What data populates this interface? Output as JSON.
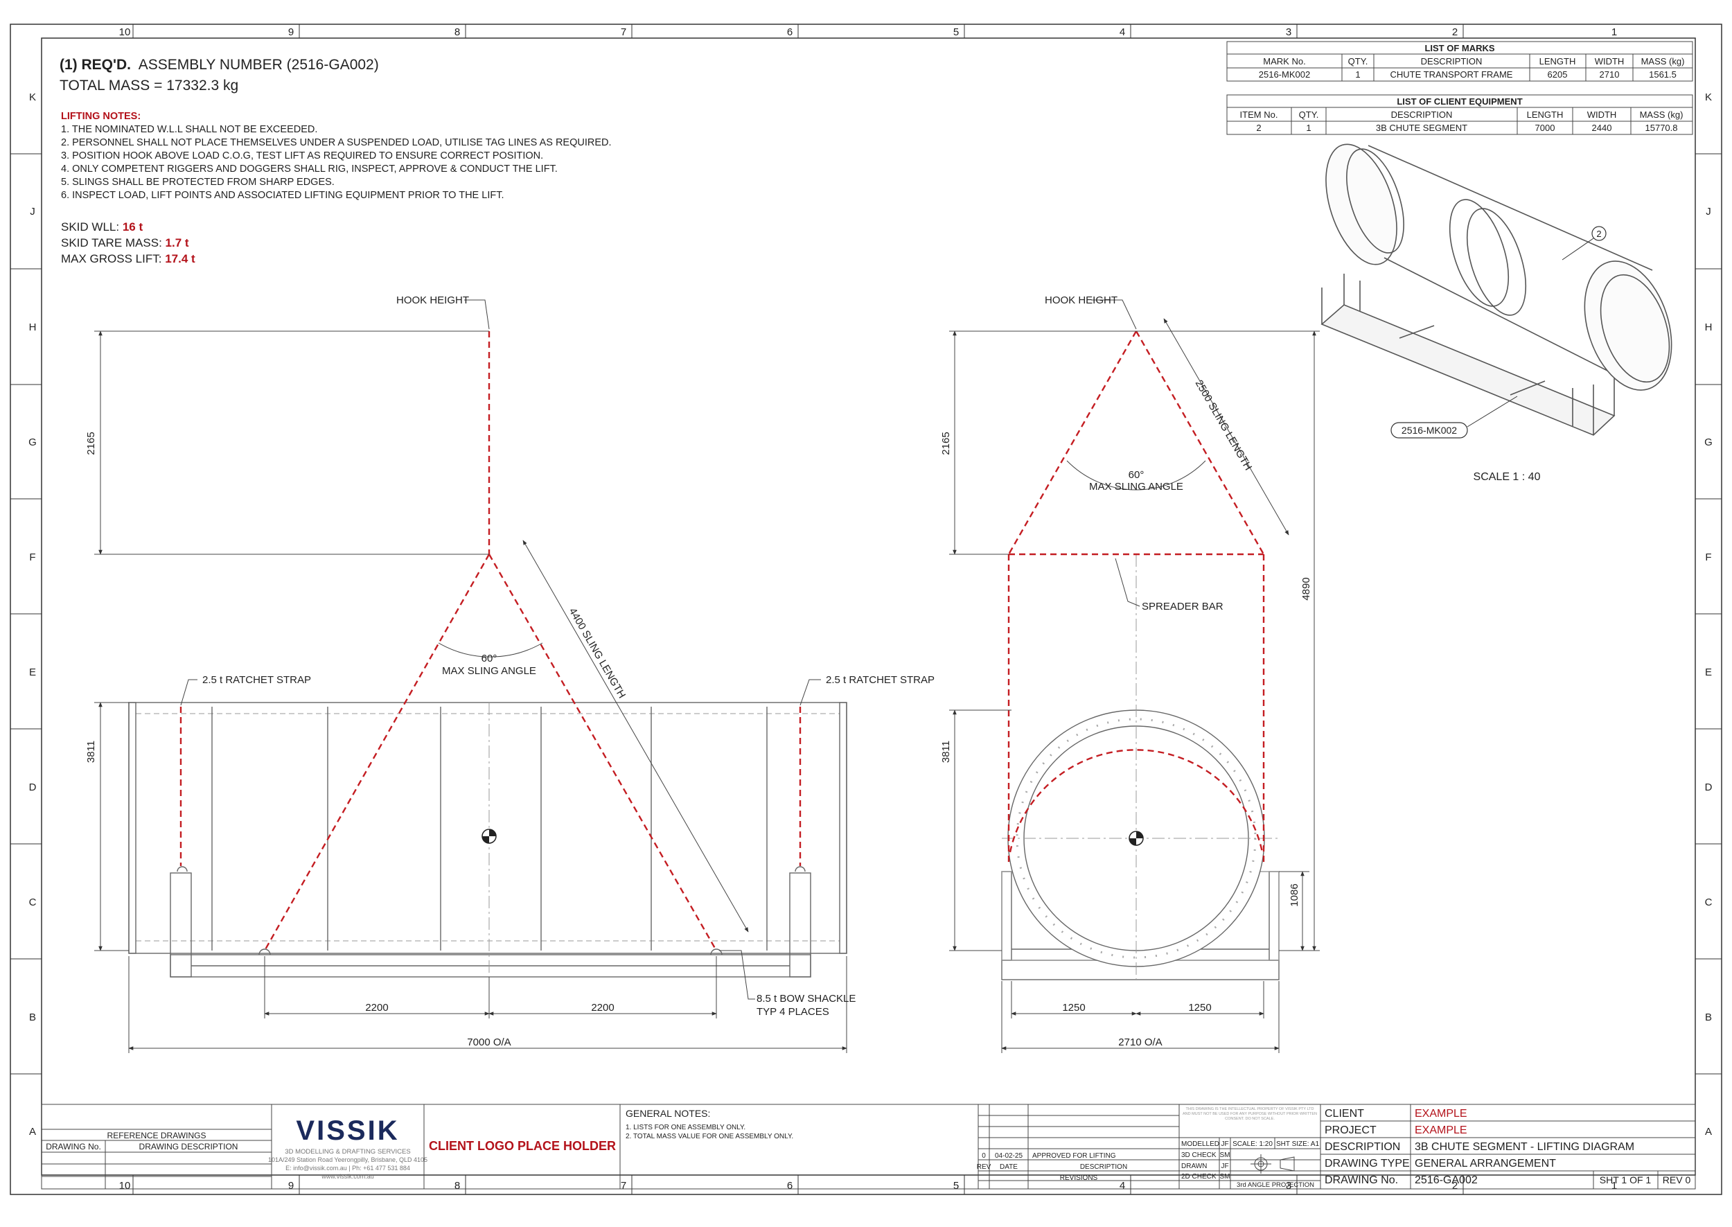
{
  "grid": {
    "columns": [
      "10",
      "9",
      "8",
      "7",
      "6",
      "5",
      "4",
      "3",
      "2",
      "1"
    ],
    "rows": [
      "K",
      "J",
      "H",
      "G",
      "F",
      "E",
      "D",
      "C",
      "B",
      "A"
    ]
  },
  "header": {
    "req_bold": "(1) REQ'D.",
    "assembly": "ASSEMBLY NUMBER (2516-GA002)",
    "total_mass": "TOTAL MASS = 17332.3 kg"
  },
  "lifting_notes": {
    "title": "LIFTING NOTES:",
    "items": [
      "1. THE NOMINATED W.L.L SHALL NOT BE EXCEEDED.",
      "2. PERSONNEL SHALL NOT PLACE THEMSELVES UNDER A SUSPENDED LOAD, UTILISE TAG LINES AS REQUIRED.",
      "3. POSITION HOOK ABOVE LOAD C.O.G, TEST LIFT AS REQUIRED TO ENSURE CORRECT POSITION.",
      "4. ONLY COMPETENT RIGGERS AND DOGGERS SHALL RIG, INSPECT, APPROVE & CONDUCT THE LIFT.",
      "5. SLINGS SHALL BE PROTECTED FROM SHARP EDGES.",
      "6. INSPECT LOAD, LIFT POINTS AND ASSOCIATED LIFTING EQUIPMENT PRIOR TO THE LIFT."
    ]
  },
  "skid": {
    "wll_label": "SKID WLL: ",
    "wll_value": "16 t",
    "tare_label": "SKID TARE MASS: ",
    "tare_value": "1.7 t",
    "gross_label": "MAX GROSS LIFT: ",
    "gross_value": "17.4 t"
  },
  "marks_table": {
    "title": "LIST OF MARKS",
    "headers": [
      "MARK No.",
      "QTY.",
      "DESCRIPTION",
      "LENGTH",
      "WIDTH",
      "MASS (kg)"
    ],
    "row": [
      "2516-MK002",
      "1",
      "CHUTE TRANSPORT FRAME",
      "6205",
      "2710",
      "1561.5"
    ]
  },
  "equipment_table": {
    "title": "LIST OF CLIENT EQUIPMENT",
    "headers": [
      "ITEM No.",
      "QTY.",
      "DESCRIPTION",
      "LENGTH",
      "WIDTH",
      "MASS (kg)"
    ],
    "row": [
      "2",
      "1",
      "3B CHUTE SEGMENT",
      "7000",
      "2440",
      "15770.8"
    ]
  },
  "iso_view": {
    "balloon": "2",
    "mark_tag": "2516-MK002",
    "scale": "SCALE 1 : 40"
  },
  "side_view": {
    "hook_height": "HOOK HEIGHT",
    "dim_2165": "2165",
    "dim_3811": "3811",
    "sling_length": "4400 SLING LENGTH",
    "angle": "60°",
    "angle_label": "MAX SLING ANGLE",
    "strap_left": "2.5 t RATCHET STRAP",
    "strap_right": "2.5 t RATCHET STRAP",
    "shackle_1": "8.5 t BOW SHACKLE",
    "shackle_2": "TYP 4 PLACES",
    "dim_2200_a": "2200",
    "dim_2200_b": "2200",
    "overall": "7000 O/A"
  },
  "end_view": {
    "hook_height": "HOOK HEIGHT",
    "dim_2165": "2165",
    "dim_3811": "3811",
    "dim_4890": "4890",
    "dim_1086": "1086",
    "sling_length": "2500 SLING LENGTH",
    "angle": "60°",
    "angle_label": "MAX SLING ANGLE",
    "spreader": "SPREADER BAR",
    "dim_1250_a": "1250",
    "dim_1250_b": "1250",
    "overall": "2710 O/A"
  },
  "title_block": {
    "ref_title": "REFERENCE DRAWINGS",
    "ref_col1": "DRAWING No.",
    "ref_col2": "DRAWING DESCRIPTION",
    "company": "VISSIK",
    "company_sub": "3D MODELLING & DRAFTING SERVICES",
    "address": "101A/249 Station Road Yeerongpilly, Brisbane, QLD 4105",
    "contact": "E: info@vissik.com.au | Ph: +61 477 531 884",
    "web": "www.vissik.com.au",
    "client_logo": "CLIENT LOGO PLACE HOLDER",
    "general_notes_title": "GENERAL NOTES:",
    "general_notes": [
      "1. LISTS FOR ONE ASSEMBLY ONLY.",
      "2. TOTAL MASS VALUE FOR ONE ASSEMBLY ONLY."
    ],
    "rev_row": [
      "0",
      "04-02-25",
      "APPROVED FOR LIFTING"
    ],
    "rev_headers": [
      "REV",
      "DATE",
      "DESCRIPTION"
    ],
    "revisions": "REVISIONS",
    "property_note": "THIS DRAWING IS THE INTELLECTUAL PROPERTY OF VISSIK PTY LTD AND MUST NOT BE USED FOR ANY PURPOSE WITHOUT PRIOR WRITTEN CONSENT. DO NOT SCALE.",
    "modelled": "MODELLED",
    "modelled_by": "JF",
    "check3d": "3D CHECK",
    "check3d_by": "SM",
    "drawn": "DRAWN",
    "drawn_by": "JF",
    "check2d": "2D CHECK",
    "check2d_by": "SM",
    "scale": "SCALE: 1:20",
    "sheet_size": "SHT SIZE: A1",
    "projection": "3rd ANGLE PROJECTION",
    "client_label": "CLIENT",
    "client_value": "EXAMPLE",
    "project_label": "PROJECT",
    "project_value": "EXAMPLE",
    "desc_label": "DESCRIPTION",
    "desc_value": "3B CHUTE SEGMENT - LIFTING DIAGRAM",
    "type_label": "DRAWING TYPE",
    "type_value": "GENERAL ARRANGEMENT",
    "no_label": "DRAWING No.",
    "no_value": "2516-GA002",
    "sheet": "SHT 1 OF 1",
    "rev": "REV 0"
  },
  "colors": {
    "accent_red": "#b3121a",
    "line": "#333333",
    "thin": "#777777"
  }
}
